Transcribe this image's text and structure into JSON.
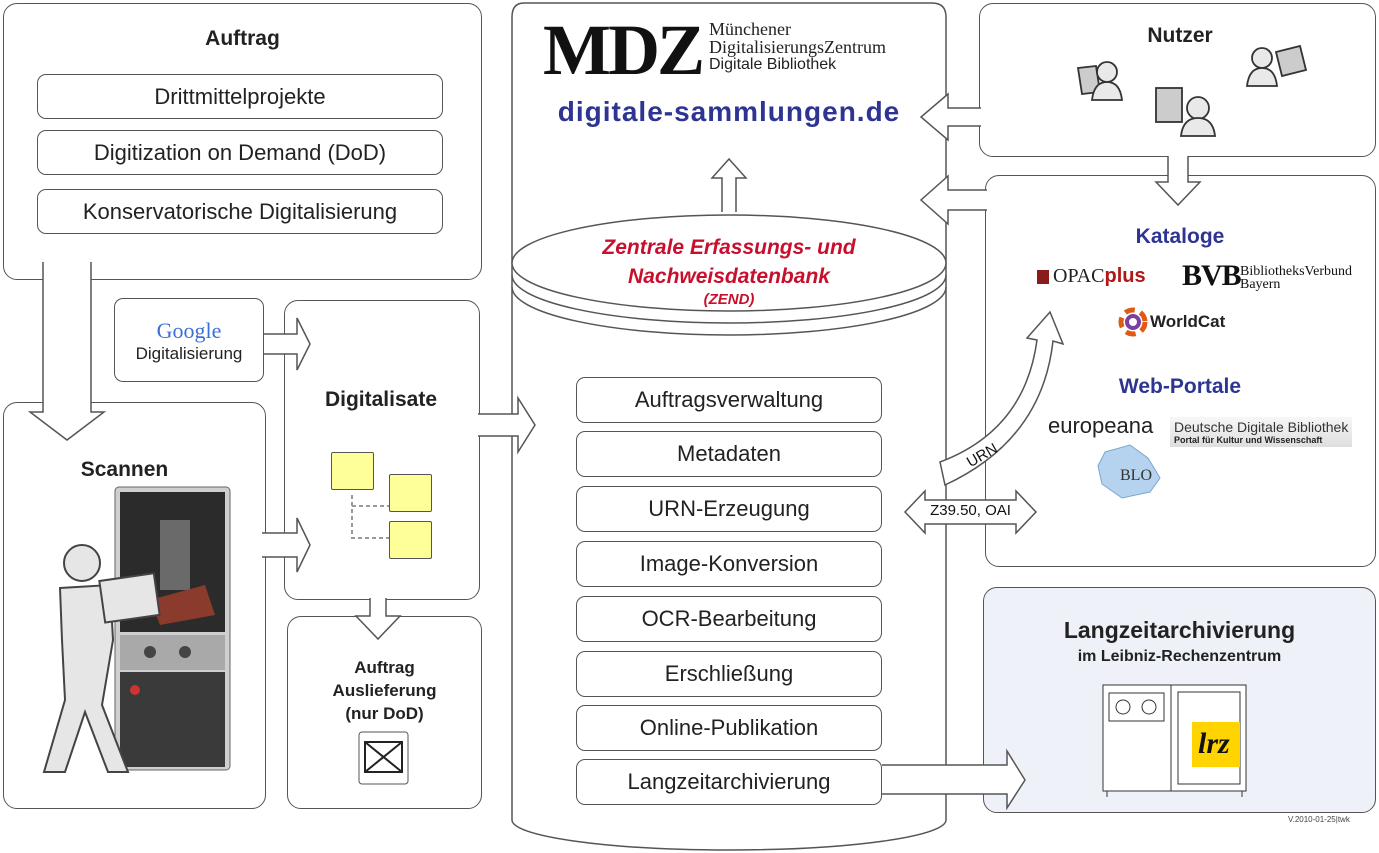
{
  "auftrag": {
    "title": "Auftrag",
    "items": [
      "Drittmittelprojekte",
      "Digitization on Demand (DoD)",
      "Konservatorische Digitalisierung"
    ]
  },
  "google": {
    "logo": "Google",
    "label": "Digitalisierung"
  },
  "scannen": {
    "title": "Scannen"
  },
  "digitalisate": {
    "title": "Digitalisate"
  },
  "auslieferung": {
    "line1": "Auftrag",
    "line2": "Auslieferung",
    "line3": "(nur DoD)",
    "icon": "envelope-icon"
  },
  "mdz": {
    "logo": "MDZ",
    "line1": "Münchener",
    "line2": "DigitalisierungsZentrum",
    "line3": "Digitale Bibliothek",
    "site": "digitale-sammlungen.de"
  },
  "zend": {
    "line1": "Zentrale Erfassungs- und",
    "line2": "Nachweisdatenbank",
    "abbr": "(ZEND)",
    "processes": [
      "Auftragsverwaltung",
      "Metadaten",
      "URN-Erzeugung",
      "Image-Konversion",
      "OCR-Bearbeitung",
      "Erschließung",
      "Online-Publikation",
      "Langzeitarchivierung"
    ]
  },
  "interface": {
    "protocol": "Z39.50, OAI",
    "urn": "URN"
  },
  "nutzer": {
    "title": "Nutzer"
  },
  "kataloge": {
    "title": "Kataloge",
    "opac_a": "OPAC",
    "opac_b": "plus",
    "bvb_logo": "BVB",
    "bvb_line1": "BibliotheksVerbund",
    "bvb_line2": "Bayern",
    "worldcat": "WorldCat"
  },
  "portale": {
    "title": "Web-Portale",
    "europeana": "europeana",
    "ddb_line1": "Deutsche Digitale Bibliothek",
    "ddb_line2": "Portal für Kultur und Wissenschaft",
    "blo": "BLO"
  },
  "lza": {
    "title": "Langzeitarchivierung",
    "subtitle": "im Leibniz-Rechenzentrum",
    "lrz": "lrz"
  },
  "version": "V.2010-01-25|twk",
  "colors": {
    "accent_blue": "#2e3492",
    "zend_red": "#c8102e",
    "lza_bg": "#eef1f8",
    "folder": "#ffff99"
  }
}
